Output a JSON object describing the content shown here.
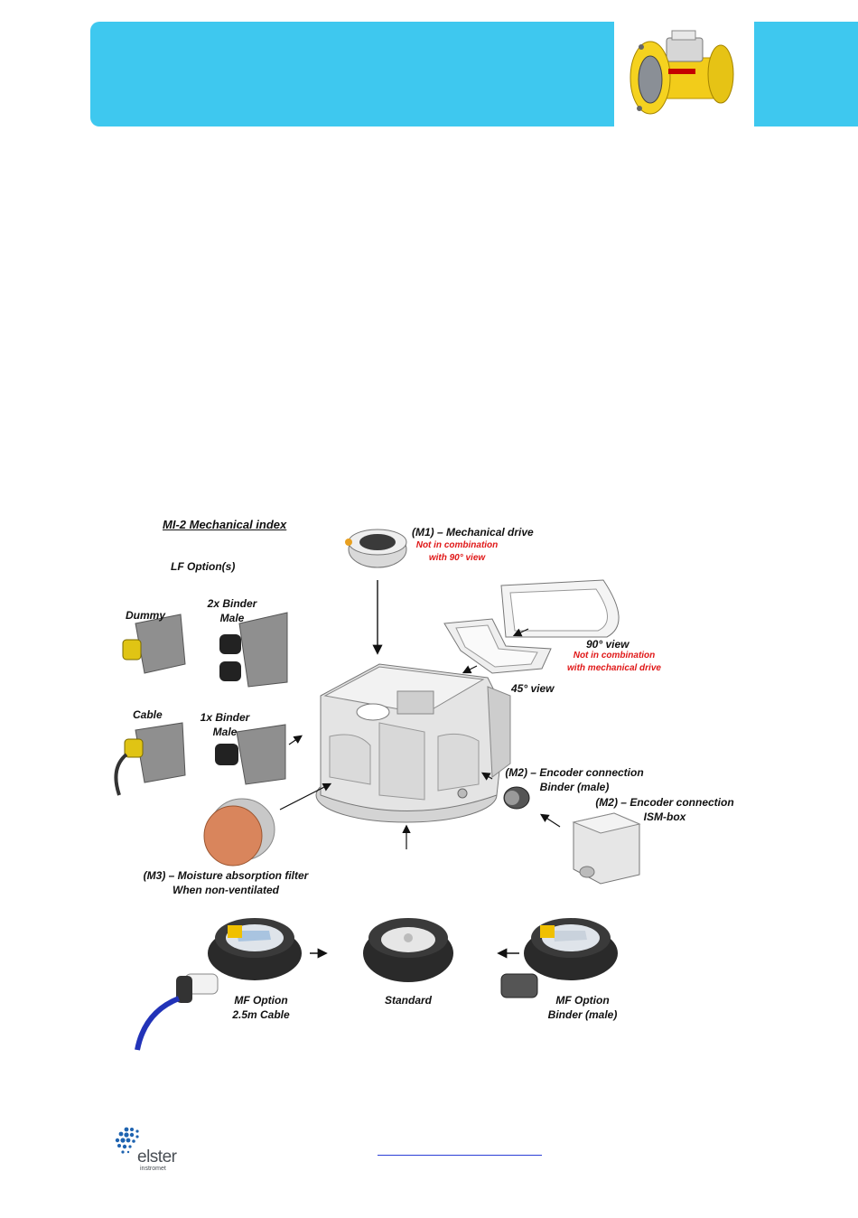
{
  "diagram": {
    "title": "MI-2 Mechanical  index",
    "lf_options": "LF Option(s)",
    "dummy": "Dummy",
    "binder2_line1": "2x Binder",
    "binder2_line2": "Male",
    "cable": "Cable",
    "binder1_line1": "1x Binder",
    "binder1_line2": "Male",
    "m1_label": "(M1) – Mechanical drive",
    "m1_note_line1": "Not in combination",
    "m1_note_line2": "with 90° view",
    "view90": "90° view",
    "view90_note_line1": "Not in combination",
    "view90_note_line2": "with mechanical drive",
    "view45": "45° view",
    "m2a_line1": "(M2) – Encoder connection",
    "m2a_line2": "Binder (male)",
    "m2b_line1": "(M2) – Encoder connection",
    "m2b_line2": "ISM-box",
    "m3_line1": "(M3) – Moisture absorption filter",
    "m3_line2": "When non-ventilated",
    "mf_cable_line1": "MF Option",
    "mf_cable_line2": "2.5m Cable",
    "standard": "Standard",
    "mf_binder_line1": "MF Option",
    "mf_binder_line2": "Binder (male)"
  },
  "footer": {
    "logo_name": "elster",
    "logo_sub": "instromet"
  },
  "colors": {
    "banner": "#3ec8ef",
    "note_red": "#e01818",
    "meter_yellow": "#f2cc1a",
    "filter_copper": "#d9855c",
    "cable_blue": "#2233b8",
    "link_blue": "#2b3fd6"
  }
}
